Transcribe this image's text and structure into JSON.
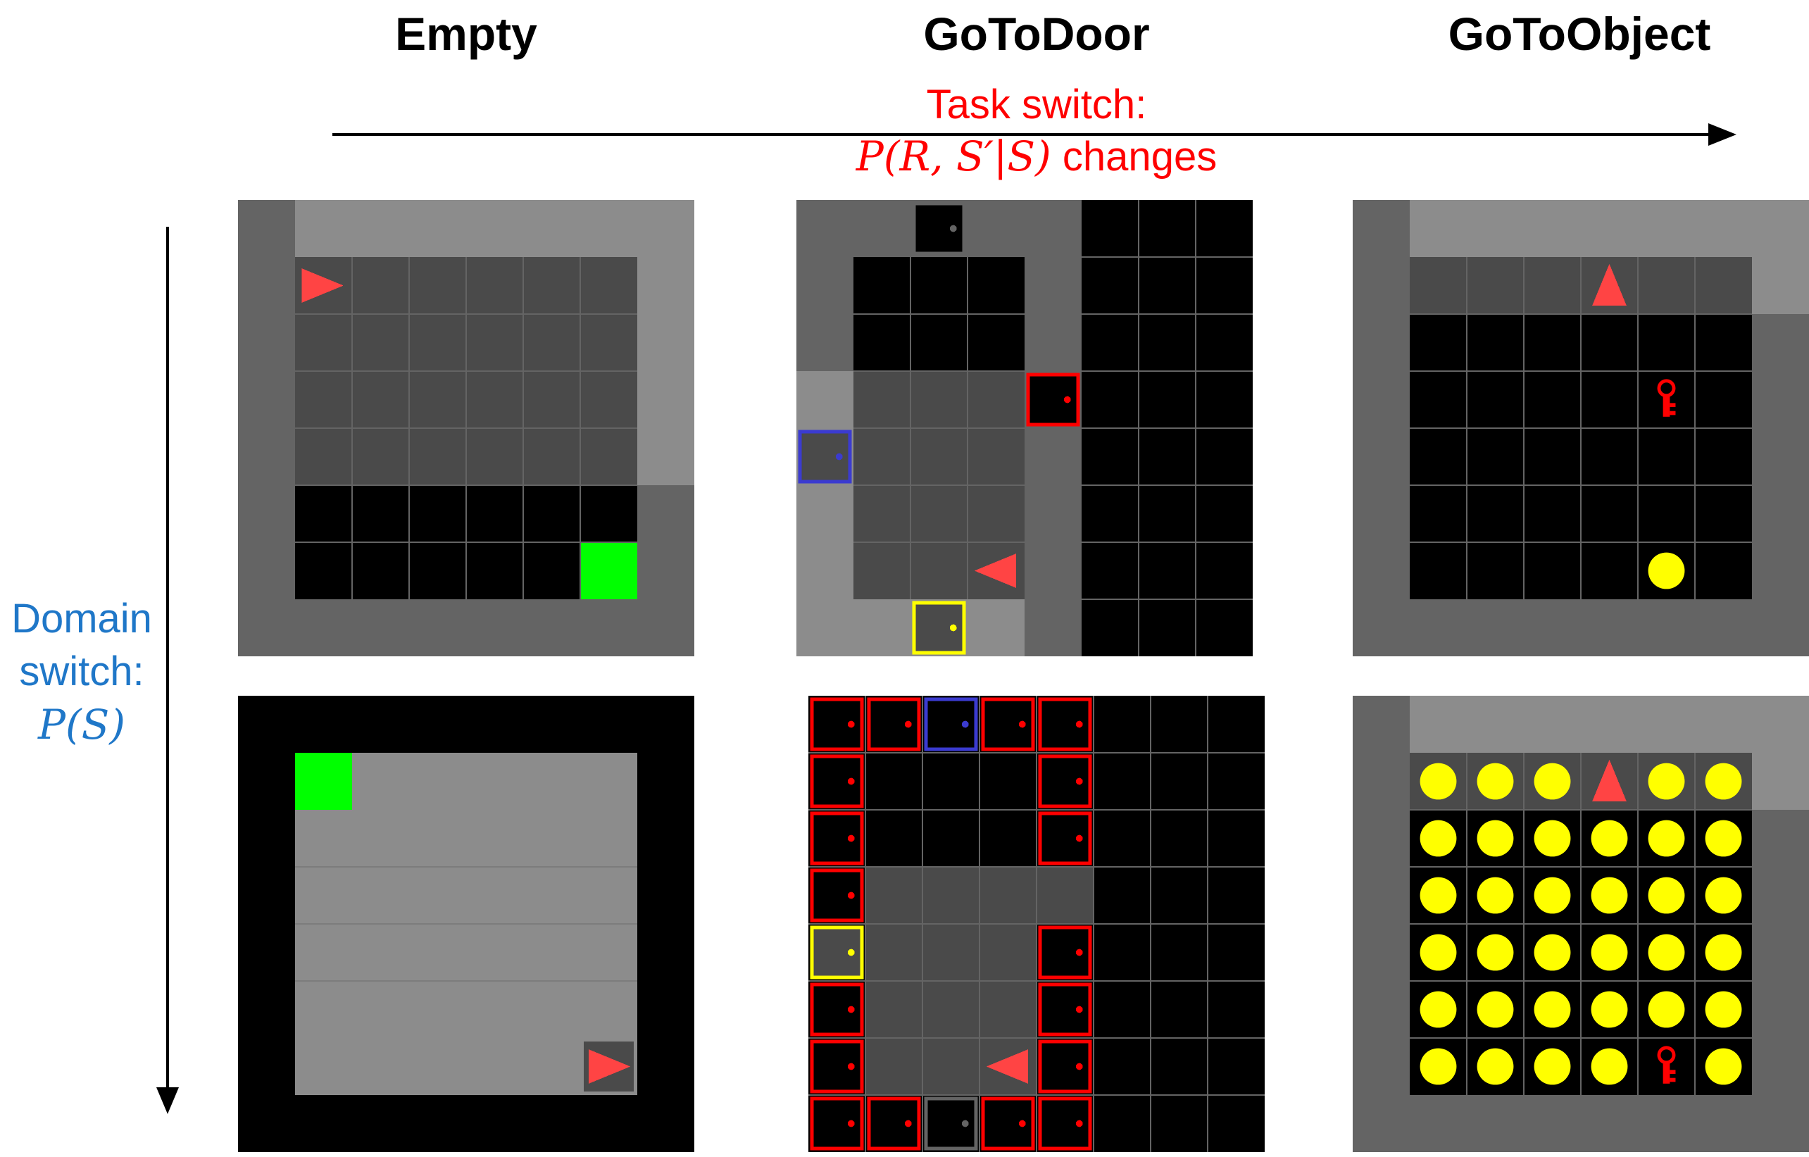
{
  "columns": {
    "empty": "Empty",
    "gotodoor": "GoToDoor",
    "gotoobject": "GoToObject"
  },
  "task_switch": {
    "label": "Task switch:",
    "formula": "P(R, S′|S)",
    "suffix": " changes"
  },
  "domain_switch": {
    "line1": "Domain",
    "line2": "switch:",
    "formula": "P(S)"
  },
  "colors": {
    "agent": "#ff4444",
    "goal": "#00ff00",
    "red_object": "#ff0000",
    "blue_door": "#3b3bd0",
    "yellow_object": "#ffff00",
    "grey_door": "#646464",
    "wall_light": "#8c8c8c",
    "wall_dark": "#646464",
    "floor_lit": "#4a4a4a",
    "floor_dark": "#000000"
  },
  "panels": [
    {
      "name": "empty-original",
      "agent_heading": "right"
    },
    {
      "name": "gotodoor-original",
      "agent_heading": "left",
      "doors": [
        "grey",
        "red",
        "blue",
        "yellow"
      ]
    },
    {
      "name": "gotoobject-original",
      "agent_heading": "up",
      "objects": [
        "key-red",
        "ball-yellow"
      ]
    },
    {
      "name": "empty-domain-switch",
      "agent_heading": "right"
    },
    {
      "name": "gotodoor-domain-switch",
      "agent_heading": "left",
      "doors": [
        "red",
        "blue",
        "yellow",
        "grey"
      ]
    },
    {
      "name": "gotoobject-domain-switch",
      "agent_heading": "up",
      "objects": [
        "ball-yellow",
        "key-red"
      ]
    }
  ]
}
